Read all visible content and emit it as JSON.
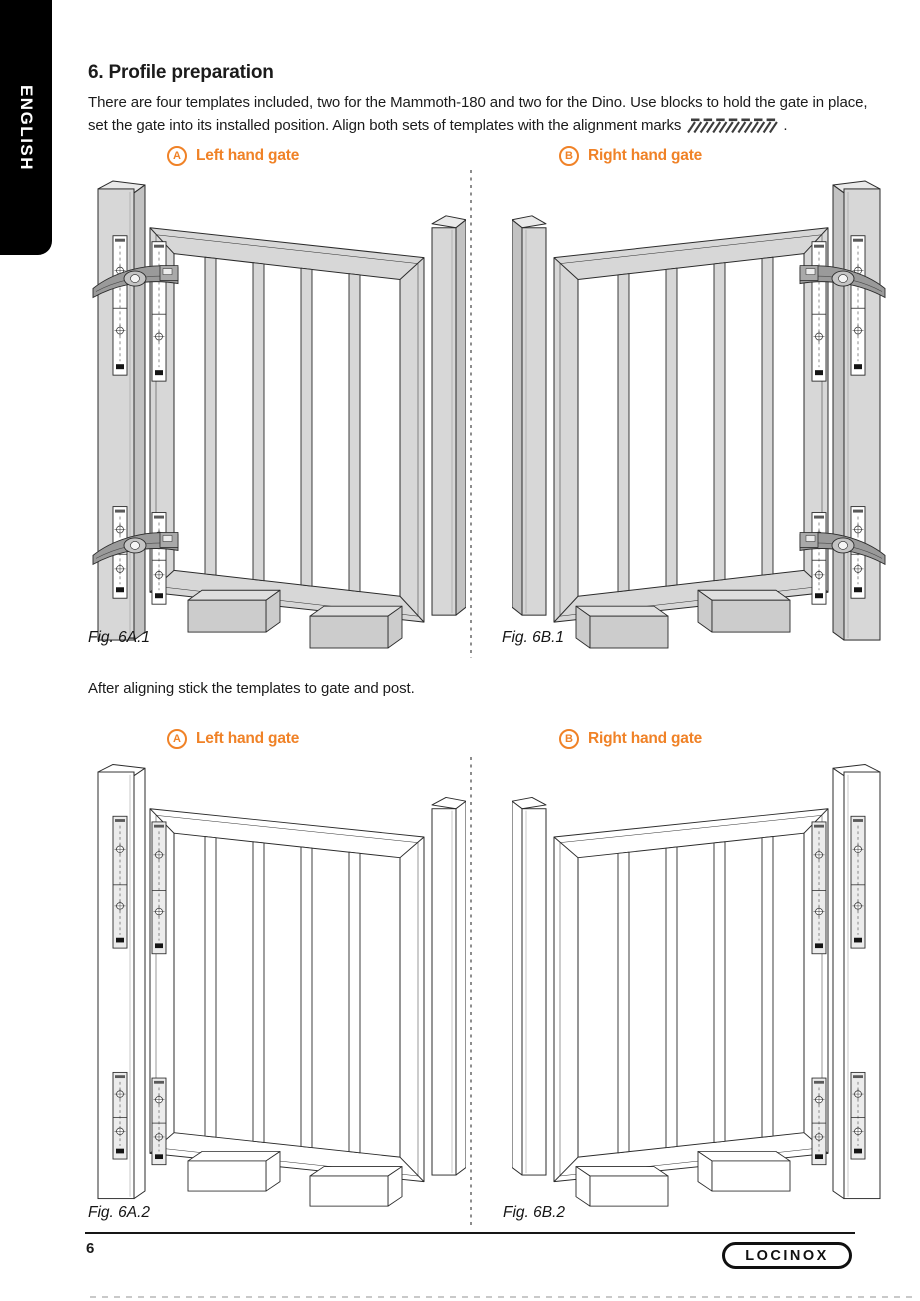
{
  "page": {
    "language_tab": "ENGLISH",
    "page_number": "6",
    "brand_logo": "LOCINOX"
  },
  "section": {
    "title": "6. Profile preparation",
    "intro_line1": "There are four templates included, two for the Mammoth-180 and two for the Dino. Use blocks to hold the gate in place,",
    "intro_line2_before_icon": "set the gate into its installed position. Align both sets of templates with the alignment marks",
    "intro_line2_period": ".",
    "after_text": "After aligning stick the templates to gate and post."
  },
  "labels": {
    "left": {
      "letter": "A",
      "text": "Left hand gate"
    },
    "right": {
      "letter": "B",
      "text": "Right hand gate"
    }
  },
  "figures": [
    {
      "id": "6A.1",
      "caption": "Fig. 6A.1",
      "side": "left",
      "style": "shaded",
      "hinges": true,
      "description": "left hand gate held on blocks between posts, hinge templates and hinges on left side"
    },
    {
      "id": "6B.1",
      "caption": "Fig. 6B.1",
      "side": "right",
      "style": "shaded",
      "hinges": true,
      "description": "right hand gate held on blocks between posts, hinge templates and hinges on right side"
    },
    {
      "id": "6A.2",
      "caption": "Fig. 6A.2",
      "side": "left",
      "style": "outline",
      "hinges": false,
      "description": "left hand gate with templates stuck to gate and post"
    },
    {
      "id": "6B.2",
      "caption": "Fig. 6B.2",
      "side": "right",
      "style": "outline",
      "hinges": false,
      "description": "right hand gate with templates stuck to gate and post"
    }
  ],
  "icons": {
    "alignment_marks_icon": "hatched-surface-mark"
  },
  "colors": {
    "accent_orange": "#F08227",
    "tab_bg": "#000000",
    "tab_text": "#FFFFFF",
    "line_art": "#2B2B2B"
  }
}
